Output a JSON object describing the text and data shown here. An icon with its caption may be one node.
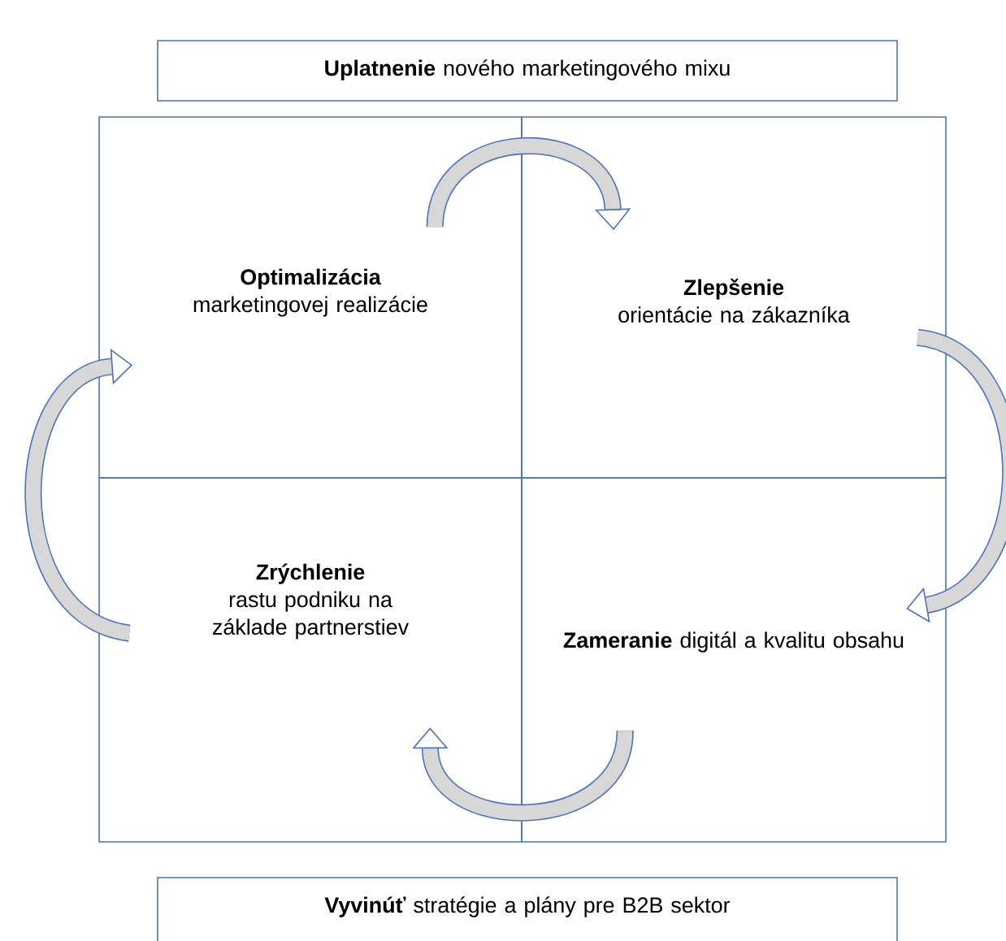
{
  "diagram": {
    "nodes": [
      {
        "text": [
          "**Uplatnenie** nového marketingového mixu"
        ]
      },
      {
        "text": [
          "Optimalizácia",
          "marketingovej realizácie"
        ]
      },
      {
        "text": [
          "Zlepšenie",
          "orientácie na zákazníka"
        ]
      },
      {
        "text": [
          "Zrýchlenie",
          "rastu podniku  na základe partnerstiev"
        ]
      },
      {
        "text": [
          "**Zameranie** digitál a kvalitu obsahu"
        ]
      },
      {
        "text": [
          "**Vyvinúť** stratégie a plány pre B2B sektor"
        ]
      }
    ],
    "edges": [
      {
        "from": 1,
        "to": 2,
        "arrow": "to"
      },
      {
        "from": 2,
        "to": 4,
        "arrow": "to"
      },
      {
        "from": 4,
        "to": 3,
        "arrow": "to"
      },
      {
        "from": 3,
        "to": 1,
        "arrow": "to"
      }
    ]
  }
}
